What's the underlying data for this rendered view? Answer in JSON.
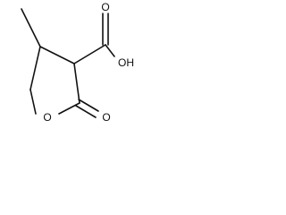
{
  "molecule": {
    "atoms": {
      "hydroxyl": "OH",
      "carboxyl_oxygen": "O",
      "ring_oxygen": "O",
      "carbonyl_oxygen": "O"
    },
    "colors": {
      "bond": "#111111",
      "label": "#111111",
      "background": "#ffffff"
    }
  }
}
